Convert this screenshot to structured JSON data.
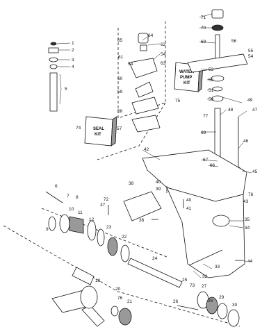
{
  "diagram": {
    "callouts": [
      {
        "id": "c1",
        "text": "1"
      },
      {
        "id": "c2",
        "text": "2"
      },
      {
        "id": "c3",
        "text": "3"
      },
      {
        "id": "c4",
        "text": "4"
      },
      {
        "id": "c5",
        "text": "5"
      },
      {
        "id": "c6",
        "text": "6"
      },
      {
        "id": "c7",
        "text": "7"
      },
      {
        "id": "c8",
        "text": "8"
      },
      {
        "id": "c9",
        "text": "9"
      },
      {
        "id": "c10",
        "text": "10"
      },
      {
        "id": "c11",
        "text": "11"
      },
      {
        "id": "c12",
        "text": "12"
      },
      {
        "id": "c18",
        "text": "18"
      },
      {
        "id": "c20",
        "text": "20"
      },
      {
        "id": "c21",
        "text": "21"
      },
      {
        "id": "c22",
        "text": "22"
      },
      {
        "id": "c23",
        "text": "23"
      },
      {
        "id": "c24",
        "text": "24"
      },
      {
        "id": "c25",
        "text": "25"
      },
      {
        "id": "c26",
        "text": "26"
      },
      {
        "id": "c27",
        "text": "27"
      },
      {
        "id": "c28",
        "text": "28"
      },
      {
        "id": "c29",
        "text": "29"
      },
      {
        "id": "c30",
        "text": "30"
      },
      {
        "id": "c32",
        "text": "32"
      },
      {
        "id": "c33",
        "text": "33"
      },
      {
        "id": "c34",
        "text": "34"
      },
      {
        "id": "c35",
        "text": "35"
      },
      {
        "id": "c36",
        "text": "36"
      },
      {
        "id": "c37",
        "text": "37"
      },
      {
        "id": "c38",
        "text": "38"
      },
      {
        "id": "c39",
        "text": "39"
      },
      {
        "id": "c40a",
        "text": "40"
      },
      {
        "id": "c40b",
        "text": "40"
      },
      {
        "id": "c41",
        "text": "41"
      },
      {
        "id": "c42",
        "text": "42"
      },
      {
        "id": "c43",
        "text": "43"
      },
      {
        "id": "c44",
        "text": "44"
      },
      {
        "id": "c45",
        "text": "45"
      },
      {
        "id": "c46",
        "text": "46"
      },
      {
        "id": "c47",
        "text": "47"
      },
      {
        "id": "c48",
        "text": "48"
      },
      {
        "id": "c49",
        "text": "49"
      },
      {
        "id": "c50",
        "text": "50"
      },
      {
        "id": "c51",
        "text": "51"
      },
      {
        "id": "c52",
        "text": "52"
      },
      {
        "id": "c53",
        "text": "53"
      },
      {
        "id": "c54a",
        "text": "54"
      },
      {
        "id": "c54b",
        "text": "54"
      },
      {
        "id": "c54c",
        "text": "54"
      },
      {
        "id": "c55",
        "text": "55"
      },
      {
        "id": "c56",
        "text": "56"
      },
      {
        "id": "c57",
        "text": "57"
      },
      {
        "id": "c58",
        "text": "58"
      },
      {
        "id": "c59",
        "text": "59"
      },
      {
        "id": "c60",
        "text": "60"
      },
      {
        "id": "c61",
        "text": "61"
      },
      {
        "id": "c62",
        "text": "62"
      },
      {
        "id": "c63",
        "text": "63"
      },
      {
        "id": "c64",
        "text": "64"
      },
      {
        "id": "c65",
        "text": "65"
      },
      {
        "id": "c66",
        "text": "66"
      },
      {
        "id": "c67",
        "text": "67"
      },
      {
        "id": "c69a",
        "text": "69"
      },
      {
        "id": "c69b",
        "text": "69"
      },
      {
        "id": "c70",
        "text": "70"
      },
      {
        "id": "c71",
        "text": "71"
      },
      {
        "id": "c72",
        "text": "72"
      },
      {
        "id": "c73",
        "text": "73"
      },
      {
        "id": "c74",
        "text": "74"
      },
      {
        "id": "c75",
        "text": "75"
      },
      {
        "id": "c76a",
        "text": "76"
      },
      {
        "id": "c76b",
        "text": "76"
      },
      {
        "id": "c77",
        "text": "77"
      }
    ],
    "seal_kit": {
      "line1": "SEAL",
      "line2": "KIT"
    },
    "water_pump_kit": {
      "line1": "WATER",
      "line2": "PUMP",
      "line3": "KIT"
    }
  }
}
